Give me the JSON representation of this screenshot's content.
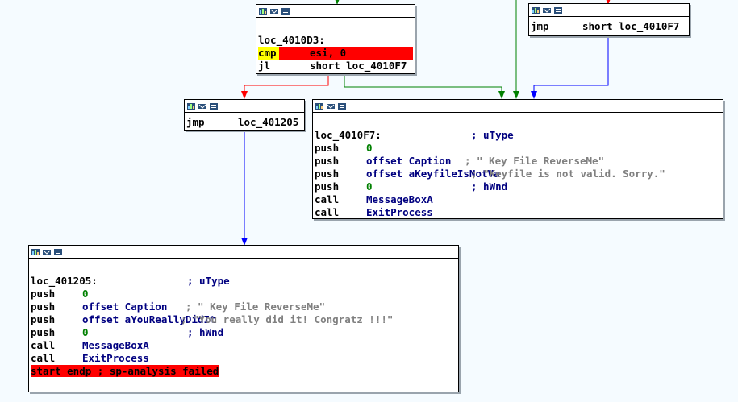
{
  "colors": {
    "edge_true": "#008000",
    "edge_false": "#ff0000",
    "edge_uncond": "#0000ff",
    "highlight": "#ff0000",
    "cursor": "#ffff00"
  },
  "icons": [
    "graph-color-icon",
    "graph-rename-icon",
    "graph-list-icon"
  ],
  "node_cmp": {
    "label": "loc_4010D3:",
    "cmp_mnem": "cmp",
    "cmp_ops": "esi, 0",
    "jl_mnem": "jl",
    "jl_ops": "short loc_4010F7"
  },
  "node_jmp_top": {
    "mnem": "jmp",
    "ops": "short loc_4010F7"
  },
  "node_jmp_left": {
    "mnem": "jmp",
    "ops": "loc_401205"
  },
  "node_fail": {
    "label": "loc_4010F7:",
    "label_cmt": "; uType",
    "l1_mnem": "push",
    "l1_op": "0",
    "l2_mnem": "push",
    "l2_op": "offset Caption",
    "l2_cmt": "; \" Key File ReverseMe\"",
    "l3_mnem": "push",
    "l3_op": "offset aKeyfileIsNotVa",
    "l3_cmt": "; \"Keyfile is not valid. Sorry.\"",
    "l4_mnem": "push",
    "l4_op": "0",
    "l4_cmt": "; hWnd",
    "l5_mnem": "call",
    "l5_op": "MessageBoxA",
    "l6_mnem": "call",
    "l6_op": "ExitProcess"
  },
  "node_success": {
    "label": "loc_401205:",
    "label_cmt": "; uType",
    "l1_mnem": "push",
    "l1_op": "0",
    "l2_mnem": "push",
    "l2_op": "offset Caption",
    "l2_cmt": "; \" Key File ReverseMe\"",
    "l3_mnem": "push",
    "l3_op": "offset aYouReallyDidIt",
    "l3_cmt": "; \"You really did it! Congratz !!!\"",
    "l4_mnem": "push",
    "l4_op": "0",
    "l4_cmt": "; hWnd",
    "l5_mnem": "call",
    "l5_op": "MessageBoxA",
    "l6_mnem": "call",
    "l6_op": "ExitProcess",
    "endp": "start endp ; sp-analysis failed"
  }
}
